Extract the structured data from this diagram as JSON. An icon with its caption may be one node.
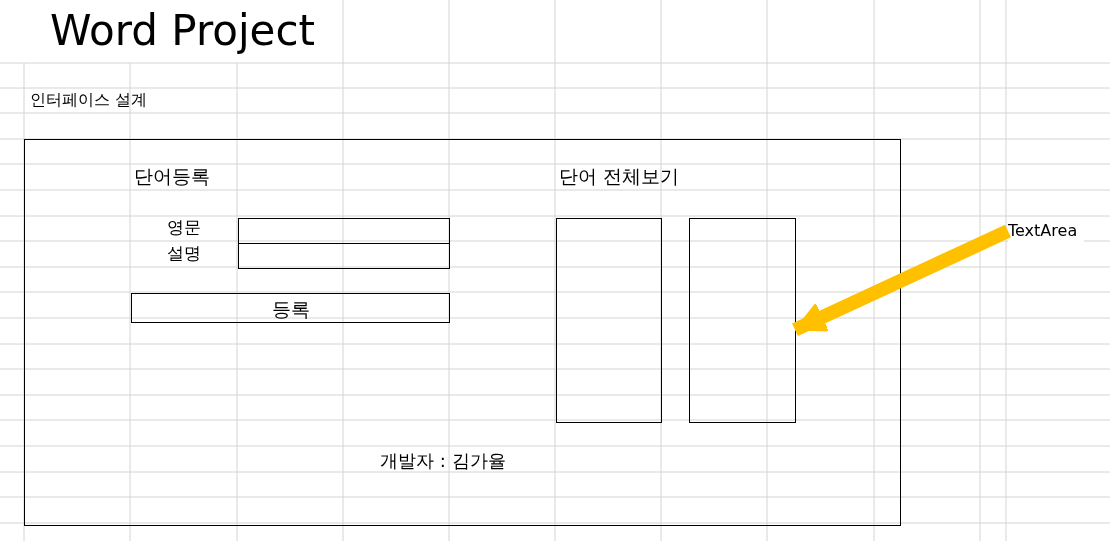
{
  "diagram": {
    "title": "Word Project",
    "nodes": [
      {
        "text": [],
        "shape": "box"
      },
      {
        "text": [],
        "shape": "box",
        "in": 0
      },
      {
        "text": [],
        "shape": "box",
        "in": 0
      },
      {
        "text": [
          "등록"
        ],
        "in": 0
      },
      {
        "text": [],
        "shape": "box",
        "in": 0
      },
      {
        "text": [],
        "shape": "box",
        "in": 0
      },
      {
        "text": [
          "TextArea"
        ]
      }
    ],
    "edges": [
      {
        "from": 6,
        "to": 5,
        "arrow": "to",
        "color": "#ffc000"
      }
    ],
    "labels": [
      "인터페이스 설계",
      "단어등록",
      "단어 전체보기",
      "영문",
      "설명",
      "개발자 : 김가율"
    ]
  }
}
